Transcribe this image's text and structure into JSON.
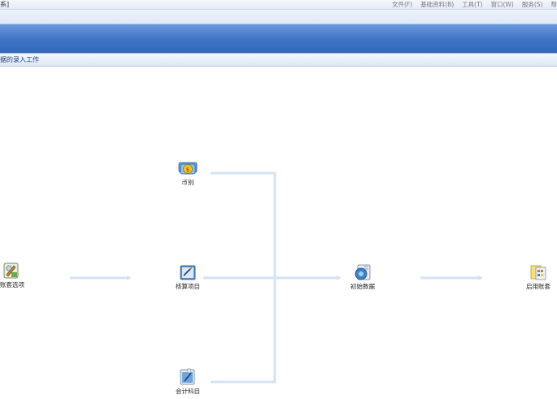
{
  "window": {
    "title": "系]"
  },
  "menu": {
    "items": [
      "文件(F)",
      "基础资料(B)",
      "工具(T)",
      "窗口(W)",
      "服务(S)",
      "帮"
    ]
  },
  "section": {
    "title": "据的录入工作"
  },
  "flow": {
    "nodes": {
      "account_options": {
        "label": "账套选项",
        "icon": "account-options-icon"
      },
      "currency": {
        "label": "币别",
        "icon": "currency-icon"
      },
      "accounting_items": {
        "label": "核算项目",
        "icon": "accounting-items-icon"
      },
      "chart_of_accounts": {
        "label": "会计科目",
        "icon": "chart-of-accounts-icon"
      },
      "initial_data": {
        "label": "初始数据",
        "icon": "initial-data-icon"
      },
      "enable_account": {
        "label": "启用账套",
        "icon": "enable-account-icon"
      }
    },
    "colors": {
      "connector": "#d3e3f5",
      "banner": "#3f73c6"
    }
  }
}
